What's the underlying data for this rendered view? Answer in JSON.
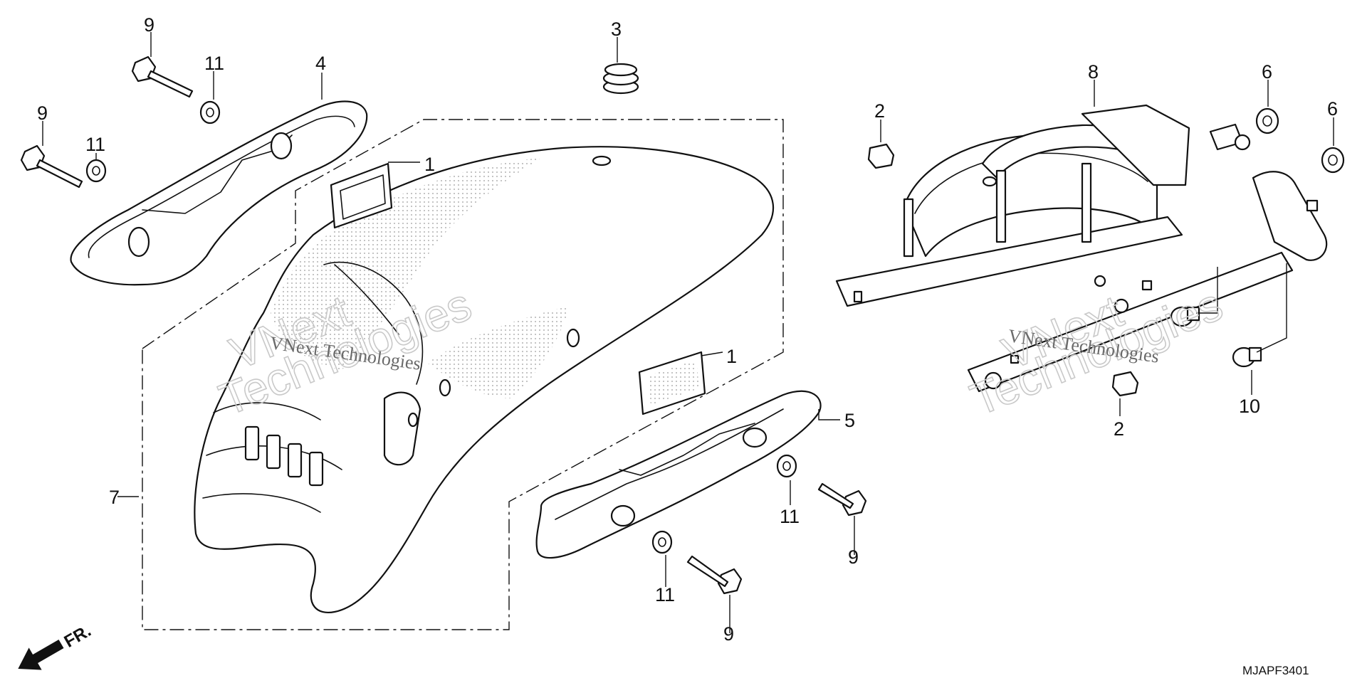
{
  "diagram": {
    "drawing_code": "MJAPF3401",
    "direction_label": "FR.",
    "watermark": {
      "name_line": "VNext Technologies",
      "outline_top": "VNext",
      "outline_bottom": "Technologies"
    },
    "callouts": {
      "c1a": "1",
      "c1b": "1",
      "c2a": "2",
      "c2b": "2",
      "c3": "3",
      "c4": "4",
      "c5": "5",
      "c6a": "6",
      "c6b": "6",
      "c7": "7",
      "c8": "8",
      "c9a": "9",
      "c9b": "9",
      "c9c": "9",
      "c9d": "9",
      "c10": "10",
      "c11a": "11",
      "c11b": "11",
      "c11c": "11",
      "c11d": "11"
    }
  }
}
